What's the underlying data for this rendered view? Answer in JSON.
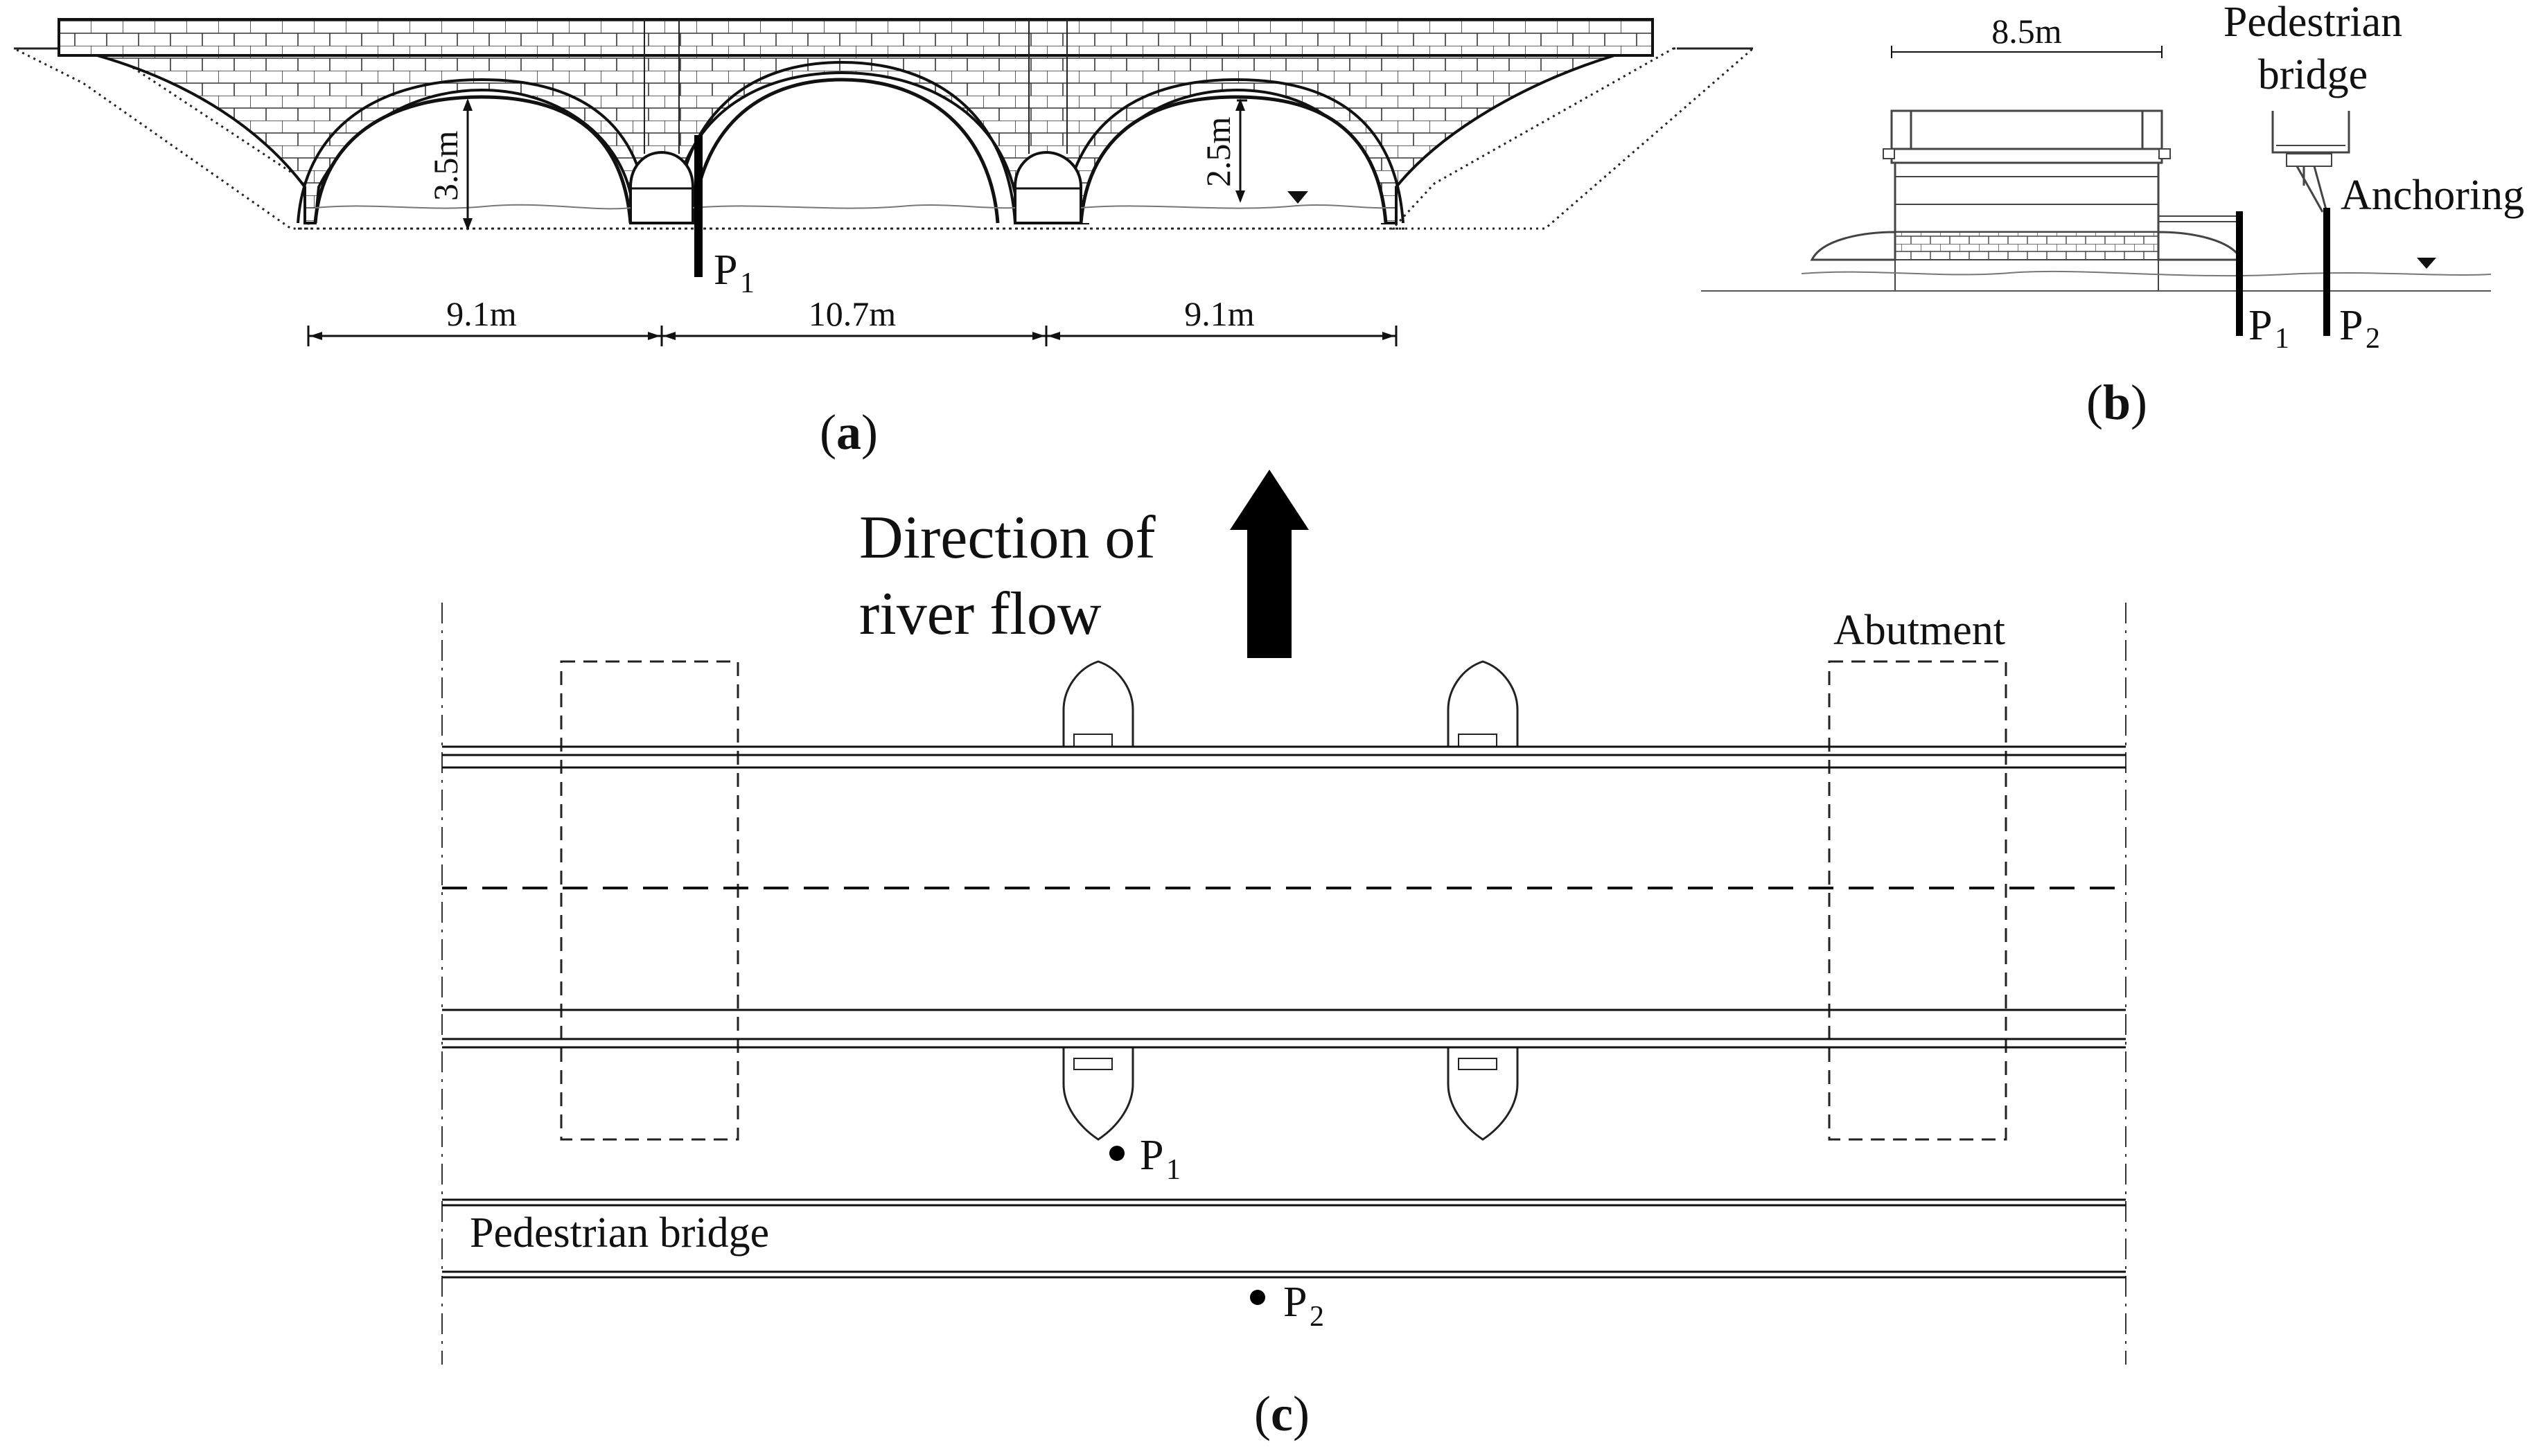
{
  "panel_a": {
    "caption_open": "(",
    "caption_letter": "a",
    "caption_close": ")",
    "height_left": "3.5m",
    "height_right": "2.5m",
    "span_left": "9.1m",
    "span_middle": "10.7m",
    "span_right": "9.1m",
    "sensor_p1": "P",
    "sensor_p1_sub": "1"
  },
  "panel_b": {
    "caption_open": "(",
    "caption_letter": "b",
    "caption_close": ")",
    "width_dim": "8.5m",
    "pedestrian_line1": "Pedestrian",
    "pedestrian_line2": "bridge",
    "anchoring": "Anchoring",
    "sensor_p1": "P",
    "sensor_p1_sub": "1",
    "sensor_p2": "P",
    "sensor_p2_sub": "2"
  },
  "panel_c": {
    "caption_open": "(",
    "caption_letter": "c",
    "caption_close": ")",
    "flow_line1": "Direction of",
    "flow_line2": "river flow",
    "abutment": "Abutment",
    "pedestrian_bridge": "Pedestrian bridge",
    "sensor_p1": "P",
    "sensor_p1_sub": "1",
    "sensor_p2": "P",
    "sensor_p2_sub": "2"
  }
}
